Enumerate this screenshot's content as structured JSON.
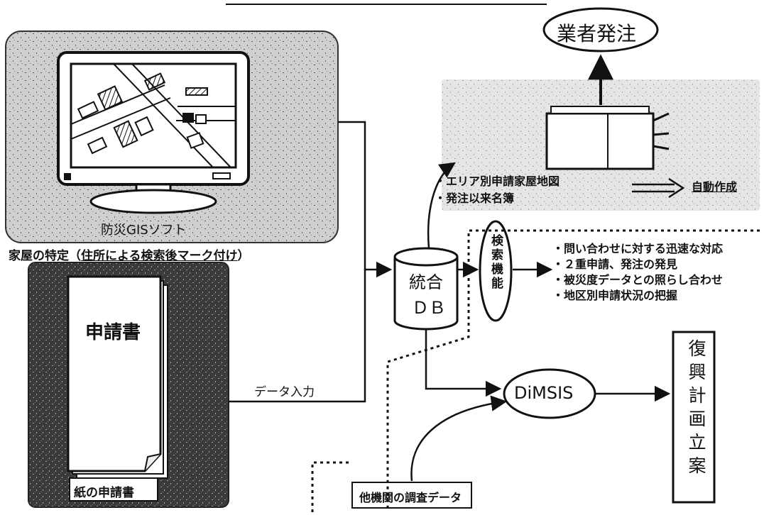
{
  "diagram": {
    "gis_caption": "防災GISソフト",
    "house_identification": "家屋の特定（",
    "house_identification_detail": "住所による検索後マーク付け",
    "house_identification_close": "）",
    "application_form_title": "申請書",
    "paper_application_caption": "紙の申請書",
    "data_input_label": "データ入力",
    "integrated_db_label_line1": "統合",
    "integrated_db_label_line2": "ＤＢ",
    "search_function_label": "検索機能",
    "search_outputs": [
      "・問い合わせに対する迅速な対応",
      "・２重申請、発注の発見",
      "・被災度データとの照らし合わせ",
      "・地区別申請状況の把握"
    ],
    "contractor_order_label": "業者発注",
    "printed_outputs": [
      "・エリア別申請家屋地図",
      "・発注以来名簿"
    ],
    "auto_create_label": "自動作成",
    "dimsis_label": "DiMSIS",
    "recovery_plan_label": "復興計画立案",
    "other_agency_data_label": "他機関の調査データ"
  }
}
